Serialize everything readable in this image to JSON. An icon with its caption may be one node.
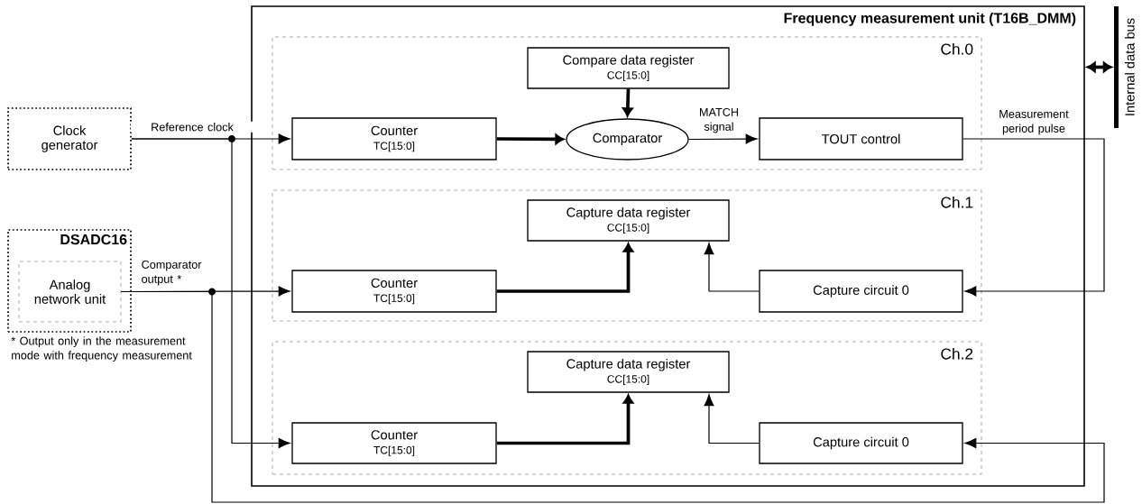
{
  "diagram": {
    "nodes": [
      {
        "text": [
          "Frequency measurement unit (T16B_DMM)"
        ]
      },
      {
        "text": [
          "Ch.0"
        ],
        "in": 0
      },
      {
        "text": [
          "Compare data register",
          "CC[15:0]"
        ],
        "in": 1
      },
      {
        "text": [
          "Counter",
          "TC[15:0]"
        ],
        "in": 1
      },
      {
        "text": [
          "Comparator"
        ],
        "in": 1
      },
      {
        "text": [
          "TOUT control"
        ],
        "in": 1
      },
      {
        "text": [
          "Ch.1"
        ],
        "in": 0
      },
      {
        "text": [
          "Capture data register",
          "CC[15:0]"
        ],
        "in": 6
      },
      {
        "text": [
          "Counter",
          "TC[15:0]"
        ],
        "in": 6
      },
      {
        "text": [
          "Capture circuit 0"
        ],
        "in": 6
      },
      {
        "text": [
          "Ch.2"
        ],
        "in": 0
      },
      {
        "text": [
          "Capture data register",
          "CC[15:0]"
        ],
        "in": 10
      },
      {
        "text": [
          "Counter",
          "TC[15:0]"
        ],
        "in": 10
      },
      {
        "text": [
          "Capture circuit 0"
        ],
        "in": 10
      },
      {
        "text": [
          "Clock generator"
        ]
      },
      {
        "text": [
          "DSADC16"
        ]
      },
      {
        "text": [
          "Analog network unit"
        ],
        "in": 15
      },
      {
        "text": [
          "Internal data bus"
        ]
      }
    ],
    "edges": [
      {
        "from": 14,
        "to": 3,
        "arrow": "to",
        "label": "Reference clock"
      },
      {
        "from": 14,
        "to": 12,
        "arrow": "to"
      },
      {
        "from": 16,
        "to": 8,
        "arrow": "to",
        "label": "Comparator output *"
      },
      {
        "from": 16,
        "to": 13,
        "arrow": "to"
      },
      {
        "from": 3,
        "to": 4,
        "arrow": "to",
        "style": "thick"
      },
      {
        "from": 2,
        "to": 4,
        "arrow": "to",
        "style": "thick"
      },
      {
        "from": 4,
        "to": 5,
        "arrow": "to",
        "label": "MATCH signal"
      },
      {
        "from": 5,
        "to": 9,
        "arrow": "to",
        "label": "Measurement period pulse"
      },
      {
        "from": 8,
        "to": 7,
        "arrow": "to",
        "style": "thick"
      },
      {
        "from": 9,
        "to": 7,
        "arrow": "to"
      },
      {
        "from": 12,
        "to": 11,
        "arrow": "to",
        "style": "thick"
      },
      {
        "from": 13,
        "to": 11,
        "arrow": "to"
      },
      {
        "from": 0,
        "to": 17,
        "arrow": "both",
        "style": "thick"
      }
    ],
    "labels": [
      "* Output only in the measurement mode with frequency measurement"
    ]
  }
}
